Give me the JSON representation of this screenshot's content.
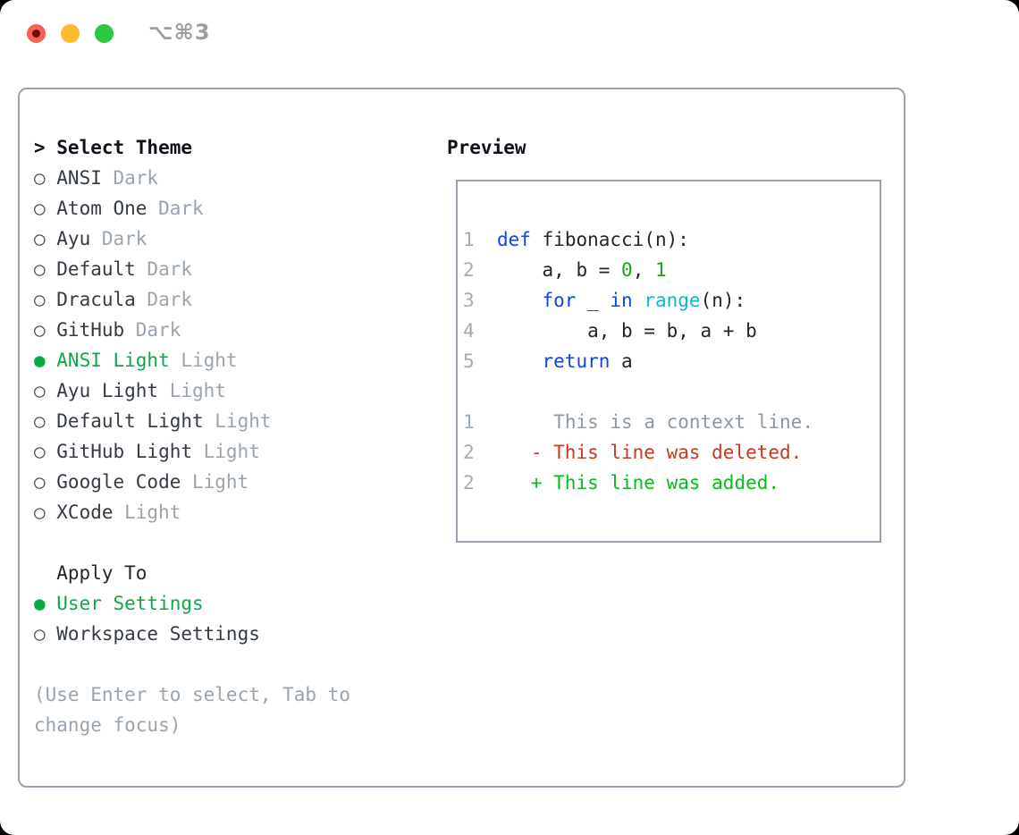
{
  "window": {
    "title": "⌥⌘3",
    "traffic_lights": [
      "close",
      "minimize",
      "zoom"
    ]
  },
  "glyphs": {
    "focus_marker": ">",
    "selected_marker": "●",
    "unselected_marker": "○"
  },
  "theme_panel": {
    "title": "Select Theme",
    "items": [
      {
        "name": "ANSI",
        "variant": "Dark",
        "selected": false
      },
      {
        "name": "Atom One",
        "variant": "Dark",
        "selected": false
      },
      {
        "name": "Ayu",
        "variant": "Dark",
        "selected": false
      },
      {
        "name": "Default",
        "variant": "Dark",
        "selected": false
      },
      {
        "name": "Dracula",
        "variant": "Dark",
        "selected": false
      },
      {
        "name": "GitHub",
        "variant": "Dark",
        "selected": false
      },
      {
        "name": "ANSI Light",
        "variant": "Light",
        "selected": true
      },
      {
        "name": "Ayu Light",
        "variant": "Light",
        "selected": false
      },
      {
        "name": "Default Light",
        "variant": "Light",
        "selected": false
      },
      {
        "name": "GitHub Light",
        "variant": "Light",
        "selected": false
      },
      {
        "name": "Google Code",
        "variant": "Light",
        "selected": false
      },
      {
        "name": "XCode",
        "variant": "Light",
        "selected": false
      }
    ],
    "apply_to": {
      "title": "Apply To",
      "options": [
        {
          "label": "User Settings",
          "selected": true
        },
        {
          "label": "Workspace Settings",
          "selected": false
        }
      ]
    },
    "hint_lines": [
      "(Use Enter to select, Tab to",
      "change focus)"
    ]
  },
  "preview": {
    "title": "Preview",
    "code_lines": [
      {
        "tokens": [
          {
            "t": "1",
            "c": "ln"
          },
          {
            "t": "  ",
            "c": "pl"
          },
          {
            "t": "def",
            "c": "kw"
          },
          {
            "t": " fibonacci(n):",
            "c": "pl"
          }
        ]
      },
      {
        "tokens": [
          {
            "t": "2",
            "c": "ln"
          },
          {
            "t": "      a, b = ",
            "c": "pl"
          },
          {
            "t": "0",
            "c": "num"
          },
          {
            "t": ", ",
            "c": "pl"
          },
          {
            "t": "1",
            "c": "num"
          }
        ]
      },
      {
        "tokens": [
          {
            "t": "3",
            "c": "ln"
          },
          {
            "t": "      ",
            "c": "pl"
          },
          {
            "t": "for",
            "c": "kw"
          },
          {
            "t": " _ ",
            "c": "pl"
          },
          {
            "t": "in",
            "c": "kw"
          },
          {
            "t": " ",
            "c": "pl"
          },
          {
            "t": "range",
            "c": "cy"
          },
          {
            "t": "(n):",
            "c": "pl"
          }
        ]
      },
      {
        "tokens": [
          {
            "t": "4",
            "c": "ln"
          },
          {
            "t": "          a, b = b, a + b",
            "c": "pl"
          }
        ]
      },
      {
        "tokens": [
          {
            "t": "5",
            "c": "ln"
          },
          {
            "t": "      ",
            "c": "pl"
          },
          {
            "t": "return",
            "c": "kw"
          },
          {
            "t": " a",
            "c": "pl"
          }
        ]
      },
      {
        "tokens": []
      },
      {
        "tokens": [
          {
            "t": "1",
            "c": "ln"
          },
          {
            "t": "       ",
            "c": "pl"
          },
          {
            "t": "This is a context line.",
            "c": "ctx"
          }
        ]
      },
      {
        "tokens": [
          {
            "t": "2",
            "c": "ln"
          },
          {
            "t": "     ",
            "c": "pl"
          },
          {
            "t": "- This line was deleted.",
            "c": "del"
          }
        ]
      },
      {
        "tokens": [
          {
            "t": "2",
            "c": "ln"
          },
          {
            "t": "     ",
            "c": "pl"
          },
          {
            "t": "+ This line was added.",
            "c": "add"
          }
        ]
      }
    ]
  },
  "colors": {
    "accent_green": "#0caa47",
    "keyword_blue": "#1243e4",
    "builtin_cyan": "#12b5cf",
    "number_green": "#1ca318",
    "added_green": "#0abb1d",
    "deleted_red": "#c53a22",
    "muted_gray": "#9aa4b1",
    "border_gray": "#99a2ae",
    "traffic_red": "#f95f57",
    "traffic_yellow": "#fdbc2f",
    "traffic_green": "#2bc840"
  }
}
